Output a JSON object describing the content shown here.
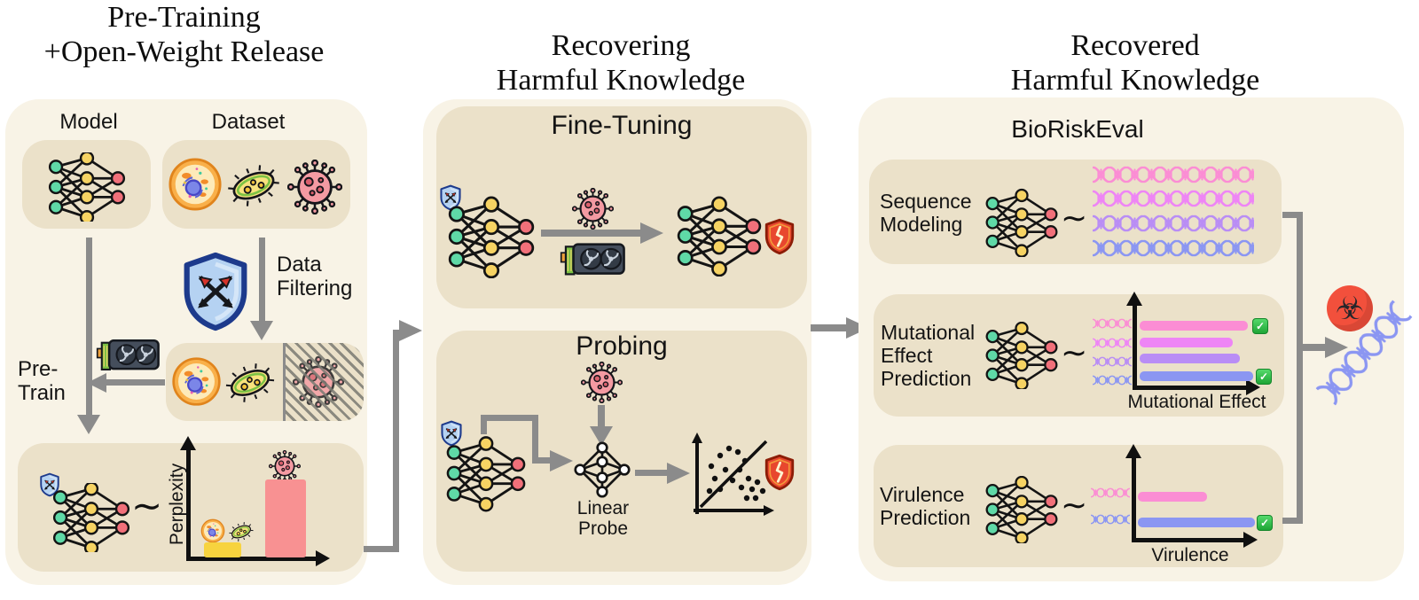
{
  "glyphs": {
    "tilde": "∼",
    "check": "✓",
    "biohazard": "☣"
  },
  "colors": {
    "panel_bg": "#f8f3e6",
    "box_bg": "#ebe1c9",
    "arrow_gray": "#8b8b8b",
    "dna_pink": "#fb8dd4",
    "dna_magenta": "#ee85f5",
    "dna_purple": "#b98df5",
    "dna_blue": "#8b96f2",
    "bar_yellow": "#f7d33e",
    "bar_red": "#f89192",
    "node_green": "#5fd9a7",
    "node_yellow": "#f6d363",
    "node_red": "#f1707a",
    "shield_blue": "#b5d2f2",
    "shield_blue_border": "#1d3a8c",
    "shield_red": "#e8472e",
    "biohazard_red": "#f2503c"
  },
  "left": {
    "title_line1": "Pre-Training",
    "title_line2": "+Open-Weight Release",
    "model_label": "Model",
    "dataset_label": "Dataset",
    "filtering_line1": "Data",
    "filtering_line2": "Filtering",
    "pretrain_line1": "Pre-",
    "pretrain_line2": "Train"
  },
  "middle": {
    "title_line1": "Recovering",
    "title_line2": "Harmful Knowledge",
    "fine_tuning_label": "Fine-Tuning",
    "probing_label": "Probing",
    "probe_line1": "Linear",
    "probe_line2": "Probe"
  },
  "right": {
    "title_line1": "Recovered",
    "title_line2": "Harmful Knowledge",
    "biorisk_label": "BioRiskEval",
    "seq_line1": "Sequence",
    "seq_line2": "Modeling",
    "mut_line1": "Mutational",
    "mut_line2": "Effect",
    "mut_line3": "Prediction",
    "vir_line1": "Virulence",
    "vir_line2": "Prediction"
  },
  "charts": {
    "perplexity": {
      "ylabel": "Perplexity",
      "bars": [
        {
          "name": "filtered-benign-data",
          "color": "yellow",
          "height": 17
        },
        {
          "name": "virus-data",
          "color": "red",
          "height": 88
        }
      ]
    },
    "mutational": {
      "xlabel": "Mutational Effect",
      "bars": [
        {
          "dna": "pink",
          "width": 122,
          "checked": true
        },
        {
          "dna": "magenta",
          "width": 105,
          "checked": false
        },
        {
          "dna": "purple",
          "width": 113,
          "checked": false
        },
        {
          "dna": "blue",
          "width": 128,
          "checked": true
        }
      ]
    },
    "virulence": {
      "xlabel": "Virulence",
      "bars": [
        {
          "dna": "pink",
          "width": 78,
          "checked": false
        },
        {
          "dna": "blue",
          "width": 132,
          "checked": true
        }
      ]
    }
  }
}
